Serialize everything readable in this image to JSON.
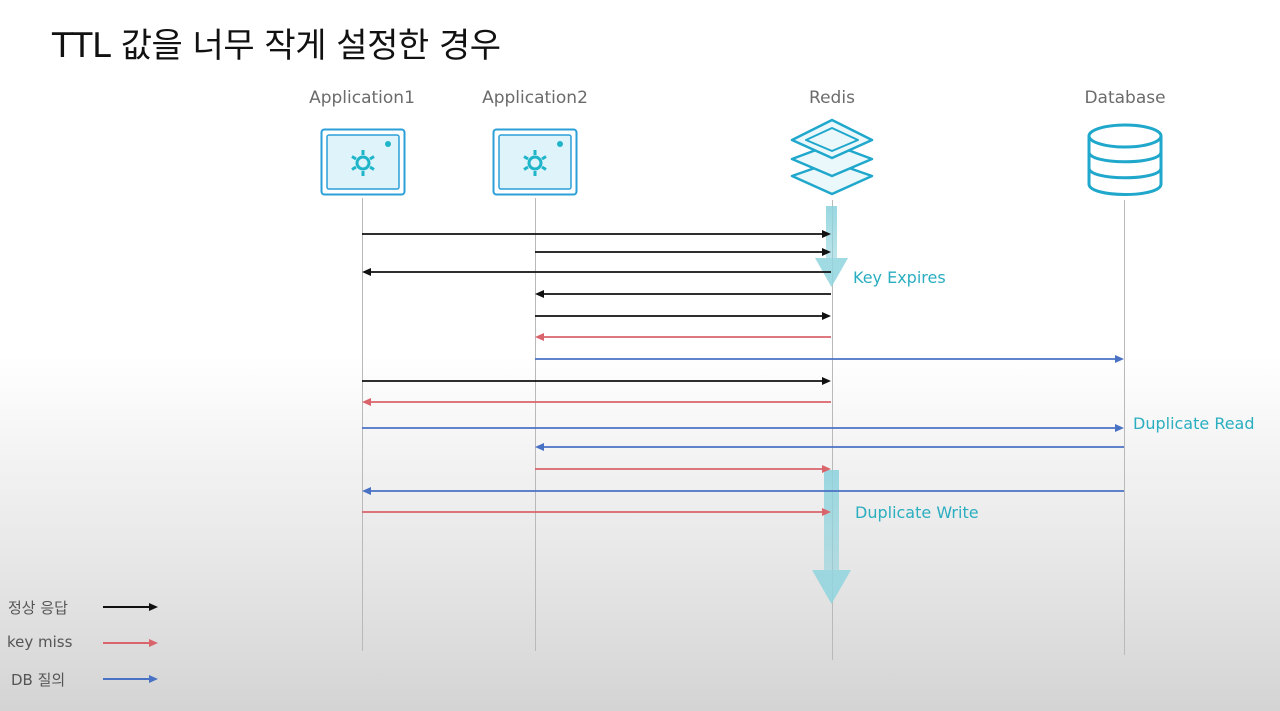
{
  "title": "TTL 값을 너무 작게 설정한 경우",
  "actors": {
    "app1": "Application1",
    "app2": "Application2",
    "redis": "Redis",
    "database": "Database"
  },
  "notes": {
    "key_expires": "Key Expires",
    "duplicate_read": "Duplicate Read",
    "duplicate_write": "Duplicate Write"
  },
  "legend": {
    "normal": "정상 응답",
    "miss": "key miss",
    "db": "DB 질의"
  },
  "colors": {
    "normal": "#111111",
    "miss": "#d9646b",
    "db": "#4a72c4",
    "accent": "#2aaec0"
  },
  "messages": [
    {
      "from": "app1",
      "to": "redis",
      "kind": "normal"
    },
    {
      "from": "app2",
      "to": "redis",
      "kind": "normal"
    },
    {
      "from": "redis",
      "to": "app1",
      "kind": "normal"
    },
    {
      "from": "redis",
      "to": "app2",
      "kind": "normal"
    },
    {
      "from": "app2",
      "to": "redis",
      "kind": "normal"
    },
    {
      "from": "redis",
      "to": "app2",
      "kind": "miss"
    },
    {
      "from": "app2",
      "to": "database",
      "kind": "db"
    },
    {
      "from": "app1",
      "to": "redis",
      "kind": "normal"
    },
    {
      "from": "redis",
      "to": "app1",
      "kind": "miss"
    },
    {
      "from": "app1",
      "to": "database",
      "kind": "db"
    },
    {
      "from": "database",
      "to": "app2",
      "kind": "db"
    },
    {
      "from": "app2",
      "to": "redis",
      "kind": "miss"
    },
    {
      "from": "database",
      "to": "app1",
      "kind": "db"
    },
    {
      "from": "app1",
      "to": "redis",
      "kind": "miss"
    }
  ]
}
